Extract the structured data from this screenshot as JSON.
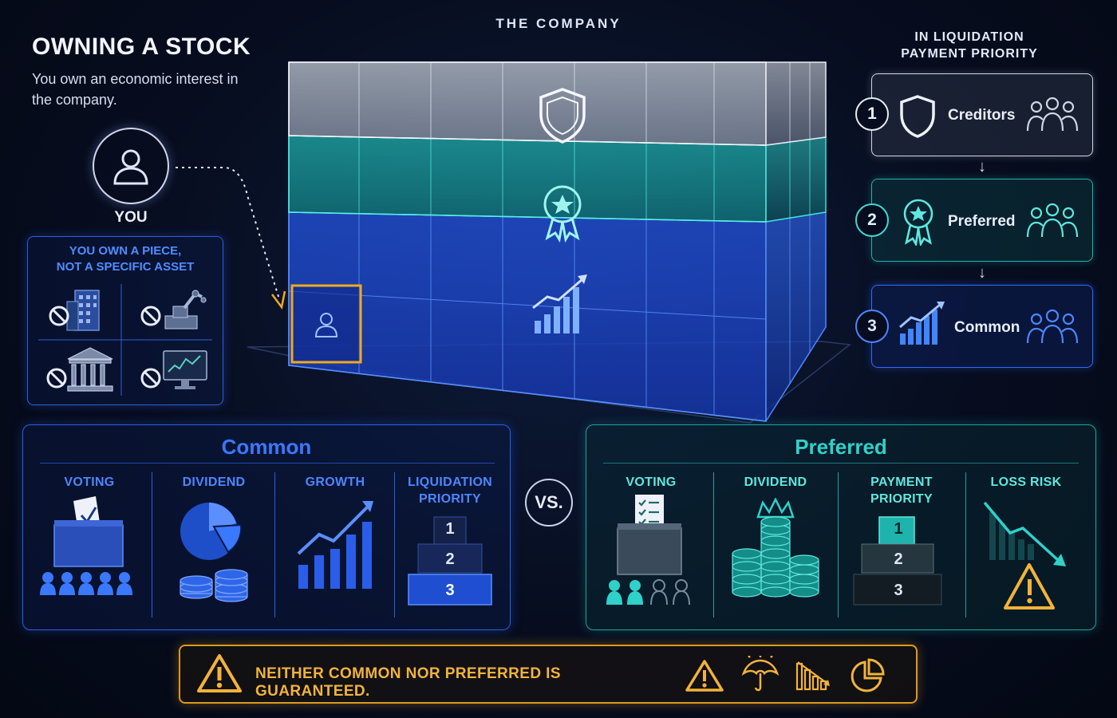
{
  "header": {
    "title": "OWNING A STOCK",
    "subtitle": "You own an economic interest in the company.",
    "company_label": "THE COMPANY"
  },
  "you": {
    "label": "YOU",
    "icon": "person-icon"
  },
  "ownership_note": {
    "title_line1": "YOU OWN A PIECE,",
    "title_line2": "NOT A SPECIFIC ASSET",
    "excluded_assets": [
      "office-building-icon",
      "machinery-icon",
      "bank-icon",
      "computer-monitor-icon"
    ],
    "exclusion_icon": "prohibited-icon"
  },
  "building_layers": [
    {
      "name": "top-layer",
      "icon": "shield-icon",
      "color": "#c9d2e0"
    },
    {
      "name": "middle-layer",
      "icon": "award-ribbon-icon",
      "color": "#26c6c1"
    },
    {
      "name": "bottom-layer",
      "icon": "growth-chart-icon",
      "color": "#2f6bff"
    }
  ],
  "liquidation": {
    "title_line1": "IN LIQUIDATION",
    "title_line2": "PAYMENT PRIORITY",
    "items": [
      {
        "rank": "1",
        "label": "Creditors",
        "icon": "shield-icon",
        "color": "#cfd6e4"
      },
      {
        "rank": "2",
        "label": "Preferred",
        "icon": "award-ribbon-icon",
        "color": "#26c6c1"
      },
      {
        "rank": "3",
        "label": "Common",
        "icon": "growth-chart-icon",
        "color": "#3a78ff"
      }
    ]
  },
  "common": {
    "title": "Common",
    "color": "#3a78ff",
    "columns": [
      {
        "label_line1": "VOTING",
        "label_line2": "",
        "icon": "ballot-box-icon"
      },
      {
        "label_line1": "DIVIDEND",
        "label_line2": "",
        "icon": "pie-chart-coins-icon"
      },
      {
        "label_line1": "GROWTH",
        "label_line2": "",
        "icon": "rising-bar-chart-icon"
      },
      {
        "label_line1": "LIQUIDATION",
        "label_line2": "PRIORITY",
        "icon": "podium-icon"
      }
    ],
    "podium": [
      "1",
      "2",
      "3"
    ]
  },
  "versus": "VS.",
  "preferred": {
    "title": "Preferred",
    "color": "#26c6c1",
    "columns": [
      {
        "label_line1": "VOTING",
        "label_line2": "",
        "icon": "ballot-checklist-icon"
      },
      {
        "label_line1": "DIVIDEND",
        "label_line2": "",
        "icon": "crowned-coins-icon"
      },
      {
        "label_line1": "PAYMENT",
        "label_line2": "PRIORITY",
        "icon": "podium-icon"
      },
      {
        "label_line1": "LOSS RISK",
        "label_line2": "",
        "icon": "falling-chart-warning-icon"
      }
    ],
    "podium": [
      "1",
      "2",
      "3"
    ]
  },
  "warning": {
    "text": "NEITHER COMMON NOR PREFERRED IS GUARANTEED.",
    "color": "#f2b33a",
    "icons": [
      "warning-icon",
      "umbrella-icon",
      "falling-bars-icon",
      "pie-chart-icon"
    ]
  }
}
